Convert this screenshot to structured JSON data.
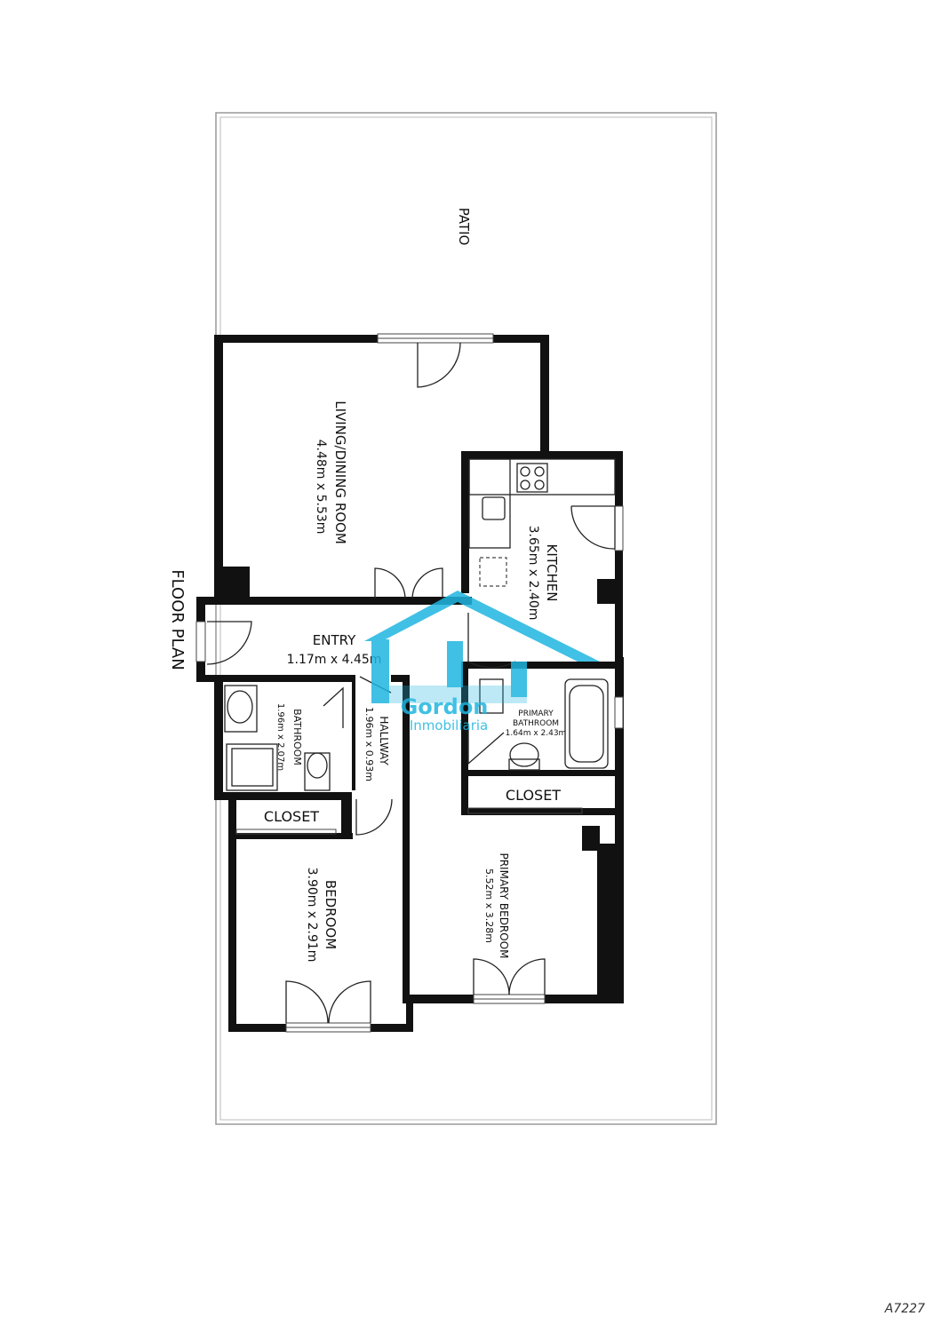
{
  "plan_title": "FLOOR PLAN",
  "patio": {
    "label": "PATIO"
  },
  "rooms": {
    "living": {
      "name": "LIVING/DINING ROOM",
      "dims": "4.48m x 5.53m"
    },
    "kitchen": {
      "name": "KITCHEN",
      "dims": "3.65m x 2.40m"
    },
    "entry": {
      "name": "ENTRY",
      "dims": "1.17m x 4.45m"
    },
    "bathroom": {
      "name": "BATHROOM",
      "dims": "1.96m x 2.07m"
    },
    "hallway": {
      "name": "HALLWAY",
      "dims": "1.96m x 0.93m"
    },
    "primary_bathroom": {
      "name": "PRIMARY BATHROOM",
      "name_line1": "PRIMARY",
      "name_line2": "BATHROOM",
      "dims": "1.64m x 2.43m"
    },
    "closet_left": {
      "name": "CLOSET"
    },
    "closet_right": {
      "name": "CLOSET"
    },
    "bedroom": {
      "name": "BEDROOM",
      "dims": "3.90m x 2.91m"
    },
    "primary_bedroom": {
      "name": "PRIMARY BEDROOM",
      "dims": "5.52m x 3.28m"
    }
  },
  "watermark": {
    "line1": "Gordon",
    "line2": "Inmobiliaria",
    "color": "#1fb6e0"
  },
  "reference_code": "A7227",
  "colors": {
    "wall": "#111111",
    "patio_border": "#888888",
    "watermark": "#1fb6e0"
  }
}
